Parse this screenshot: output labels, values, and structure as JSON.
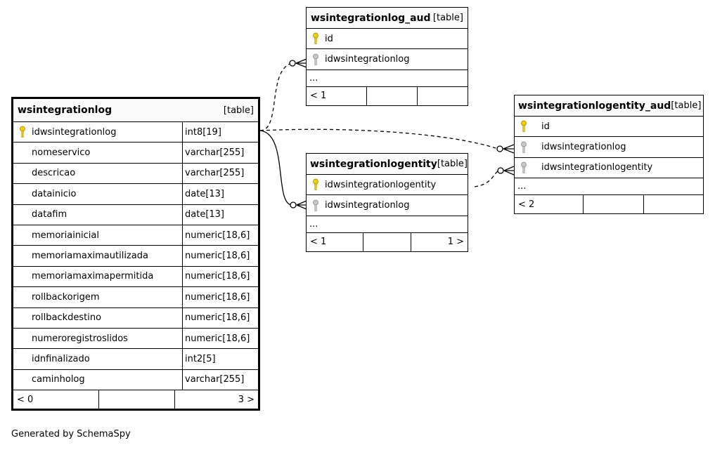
{
  "tables": {
    "wsintegrationlog": {
      "name": "wsintegrationlog",
      "type": "[table]",
      "columns": [
        {
          "name": "idwsintegrationlog",
          "type": "int8[19]",
          "key": "primary"
        },
        {
          "name": "nomeservico",
          "type": "varchar[255]",
          "key": ""
        },
        {
          "name": "descricao",
          "type": "varchar[255]",
          "key": ""
        },
        {
          "name": "datainicio",
          "type": "date[13]",
          "key": ""
        },
        {
          "name": "datafim",
          "type": "date[13]",
          "key": ""
        },
        {
          "name": "memoriainicial",
          "type": "numeric[18,6]",
          "key": ""
        },
        {
          "name": "memoriamaximautilizada",
          "type": "numeric[18,6]",
          "key": ""
        },
        {
          "name": "memoriamaximapermitida",
          "type": "numeric[18,6]",
          "key": ""
        },
        {
          "name": "rollbackorigem",
          "type": "numeric[18,6]",
          "key": ""
        },
        {
          "name": "rollbackdestino",
          "type": "numeric[18,6]",
          "key": ""
        },
        {
          "name": "numeroregistroslidos",
          "type": "numeric[18,6]",
          "key": ""
        },
        {
          "name": "idnfinalizado",
          "type": "int2[5]",
          "key": ""
        },
        {
          "name": "caminholog",
          "type": "varchar[255]",
          "key": ""
        }
      ],
      "footer": {
        "left": "< 0",
        "middle": "",
        "right": "3 >"
      }
    },
    "wsintegrationlog_aud": {
      "name": "wsintegrationlog_aud",
      "type": "[table]",
      "columns": [
        {
          "name": "id",
          "key": "primary"
        },
        {
          "name": "idwsintegrationlog",
          "key": "foreign"
        }
      ],
      "ellipsis": "...",
      "footer": {
        "left": "< 1",
        "middle": "",
        "right": ""
      }
    },
    "wsintegrationlogentity": {
      "name": "wsintegrationlogentity",
      "type": "[table]",
      "columns": [
        {
          "name": "idwsintegrationlogentity",
          "key": "primary"
        },
        {
          "name": "idwsintegrationlog",
          "key": "foreign"
        }
      ],
      "ellipsis": "...",
      "footer": {
        "left": "< 1",
        "middle": "",
        "right": "1 >"
      }
    },
    "wsintegrationlogentity_aud": {
      "name": "wsintegrationlogentity_aud",
      "type": "[table]",
      "columns": [
        {
          "name": "id",
          "key": "primary"
        },
        {
          "name": "idwsintegrationlog",
          "key": "foreign"
        },
        {
          "name": "idwsintegrationlogentity",
          "key": "foreign"
        }
      ],
      "ellipsis": "...",
      "footer": {
        "left": "< 2",
        "middle": "",
        "right": ""
      }
    }
  },
  "colors": {
    "primary_key": "#f0d000",
    "foreign_key": "#b0b0b0",
    "header_bg": "#fafafa"
  },
  "footer_note": "Generated by SchemaSpy"
}
